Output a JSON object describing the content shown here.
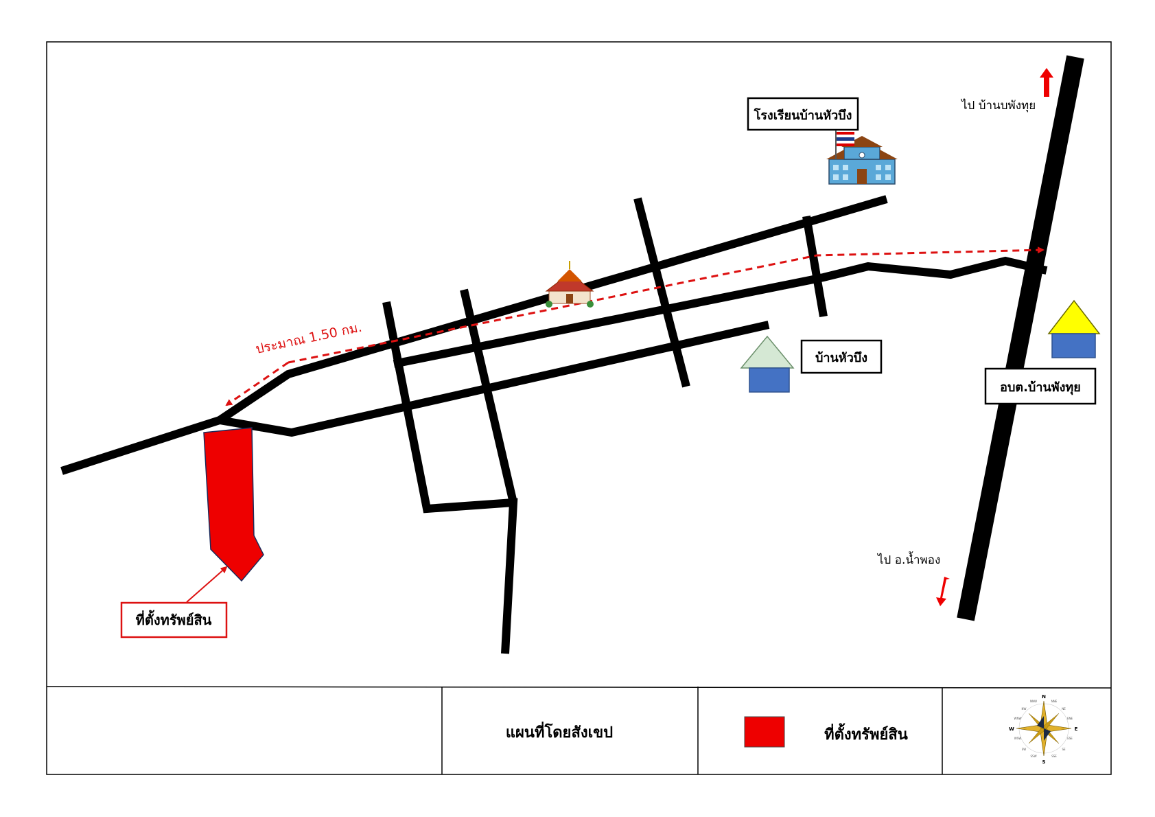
{
  "map": {
    "labels": {
      "school": "โรงเรียนบ้านหัวบึง",
      "village": "บ้านหัวบึง",
      "tao_office": "อบต.บ้านพังทุย",
      "to_north": "ไป  บ้านบพังทุย",
      "to_south": "ไป  อ.น้ำพอง",
      "distance": "ประมาณ 1.50 กม.",
      "property": "ที่ตั้งทรัพย์สิน"
    }
  },
  "legend": {
    "title": "แผนที่โดยสังเขป",
    "property_label": "ที่ตั้งทรัพย์สิน",
    "compass": {
      "n": "N",
      "e": "E",
      "s": "S",
      "w": "W",
      "ne": "NE",
      "nw": "NW",
      "se": "SE",
      "sw": "SW",
      "nne": "NNE",
      "nnw": "NNW",
      "ene": "ENE",
      "wnw": "WNW",
      "ese": "ESE",
      "wsw": "WSW",
      "sse": "SSE",
      "ssw": "SSW"
    }
  },
  "colors": {
    "road": "#000000",
    "property": "#ee0000",
    "route": "#dd1111",
    "house_roof_village": "#d5e8d4",
    "house_roof_office": "#ffff00",
    "house_body": "#4472c4",
    "direction_arrow": "#ee0000"
  }
}
